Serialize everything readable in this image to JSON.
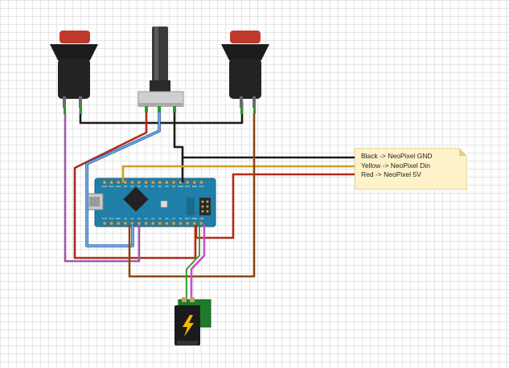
{
  "note": {
    "lines": [
      "Black -> NeoPixel GND",
      "Yellow -> NeoPixel Din",
      "Red -> NeoPixel 5V"
    ]
  },
  "board": {
    "top_pins": [
      "D12",
      "D11",
      "D10",
      "D9",
      "D8",
      "D7",
      "D6",
      "D5",
      "D4",
      "D3",
      "D2",
      "GND",
      "RST",
      "RX0",
      "TX1"
    ],
    "bottom_pins": [
      "D13",
      "3V3",
      "REF",
      "A0",
      "A1",
      "A2",
      "A3",
      "A4",
      "A5",
      "A6",
      "A7",
      "5V",
      "RST",
      "GND",
      "VIN"
    ]
  },
  "colors": {
    "board": "#1f7fa8",
    "wire_black": "#1a1a1a",
    "wire_yellow": "#c9a21a",
    "wire_red": "#b12a1b",
    "wire_blue": "#4a90d9",
    "wire_purple": "#9b5ba8",
    "wire_brown": "#8b4513",
    "wire_magenta": "#c74fc7",
    "button_cap": "#c0392b",
    "power_jack_pcb": "#1f7a2a",
    "power_icon": "#f5b800"
  }
}
